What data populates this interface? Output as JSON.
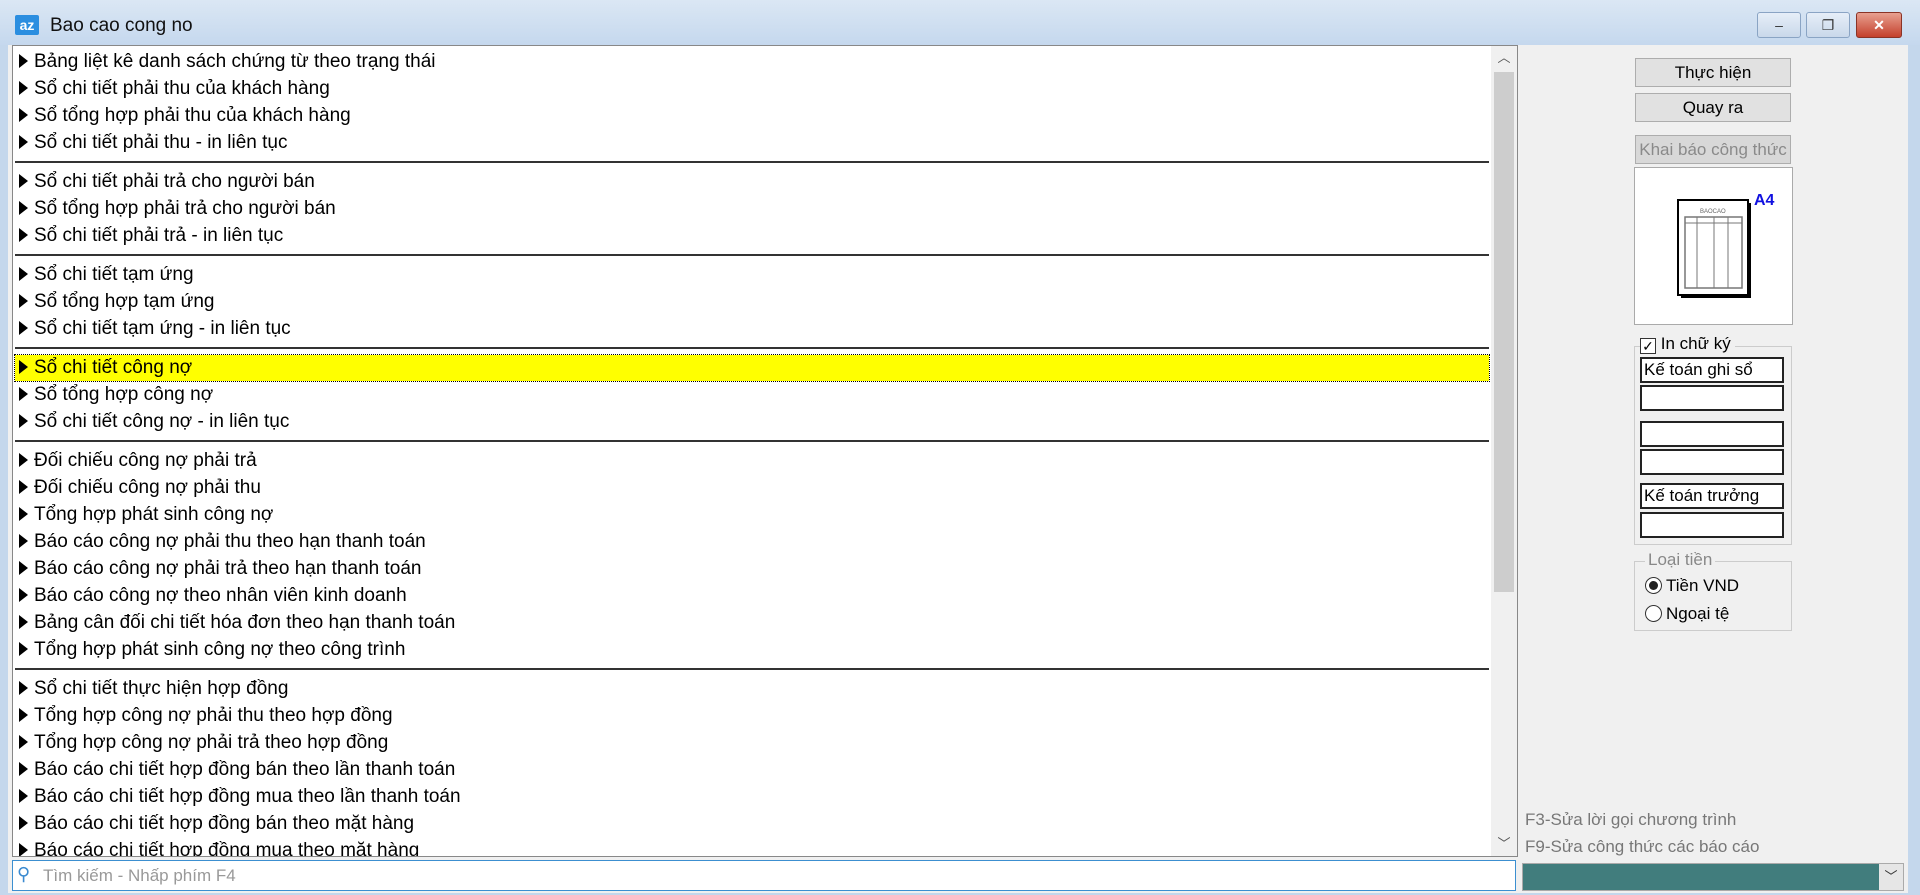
{
  "window": {
    "title": "Bao cao cong no",
    "icon_text": "az",
    "minimize": "–",
    "restore": "❐",
    "close": "✕"
  },
  "report_groups": [
    [
      "Bảng liệt kê danh sách chứng từ theo trạng thái",
      "Sổ chi tiết phải thu của khách hàng",
      "Sổ tổng hợp phải thu của khách hàng",
      "Sổ chi tiết phải thu - in liên tục"
    ],
    [
      "Sổ chi tiết phải trả cho người bán",
      "Sổ tổng hợp phải trả cho người bán",
      "Sổ chi tiết phải trả  - in liên tục"
    ],
    [
      "Sổ chi tiết tạm ứng",
      "Sổ tổng hợp tạm ứng",
      "Sổ chi tiết tạm ứng  - in liên tục"
    ],
    [
      "Sổ chi tiết công nợ",
      "Sổ tổng hợp công nợ",
      "Sổ chi tiết công nợ - in liên tục"
    ],
    [
      "Đối chiếu công nợ phải trả",
      "Đối chiếu công nợ phải thu",
      "Tổng hợp phát sinh công nợ",
      "Báo cáo công nợ phải thu theo hạn thanh toán",
      "Báo cáo công nợ phải trả theo hạn thanh toán",
      "Báo cáo công nợ theo nhân viên kinh doanh",
      "Bảng cân đối chi tiết hóa đơn theo hạn thanh toán",
      "Tổng hợp phát sinh công nợ theo công trình"
    ],
    [
      "Sổ chi tiết thực hiện hợp đồng",
      "Tổng hợp công nợ phải thu theo hợp đồng",
      "Tổng hợp công nợ phải trả theo hợp đồng",
      "Báo cáo chi tiết hợp đồng bán theo lần thanh toán",
      "Báo cáo chi tiết hợp đồng mua theo lần thanh toán",
      "Báo cáo chi tiết hợp đồng bán theo mặt hàng",
      "Báo cáo chi tiết hợp đồng mua theo mặt hàng"
    ]
  ],
  "selected": "Sổ chi tiết công nợ",
  "buttons": {
    "execute": "Thực hiện",
    "exit": "Quay ra",
    "formula": "Khai báo công thức"
  },
  "preview": {
    "paper": "A4",
    "doc_label": "BAOCAO"
  },
  "signature": {
    "label": "In chữ ký",
    "checked": true,
    "fields": [
      "Kế toán ghi sổ",
      "",
      "",
      "",
      "Kế toán trưởng",
      ""
    ]
  },
  "currency": {
    "label": "Loại tiền",
    "options": [
      "Tiền VND",
      "Ngoại tệ"
    ],
    "selected": "Tiền VND"
  },
  "hints": [
    "F3-Sửa lời gọi chương trình",
    "F9-Sửa công thức các báo cáo"
  ],
  "search": {
    "placeholder": "Tìm kiếm - Nhấp phím F4"
  },
  "colors": {
    "highlight": "#ffff00",
    "combo": "#417d7d"
  }
}
